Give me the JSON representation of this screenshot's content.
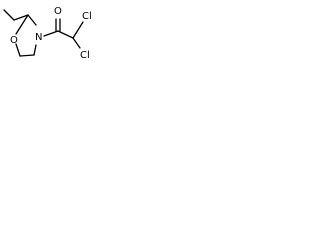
{
  "molecule": {
    "atom_labels": {
      "oxygen_ring": "O",
      "nitrogen": "N",
      "oxygen_carbonyl": "O",
      "chlorine_upper": "Cl",
      "chlorine_lower": "Cl"
    },
    "colors": {
      "bond": "#000000",
      "label": "#000000",
      "background": "#ffffff"
    }
  }
}
